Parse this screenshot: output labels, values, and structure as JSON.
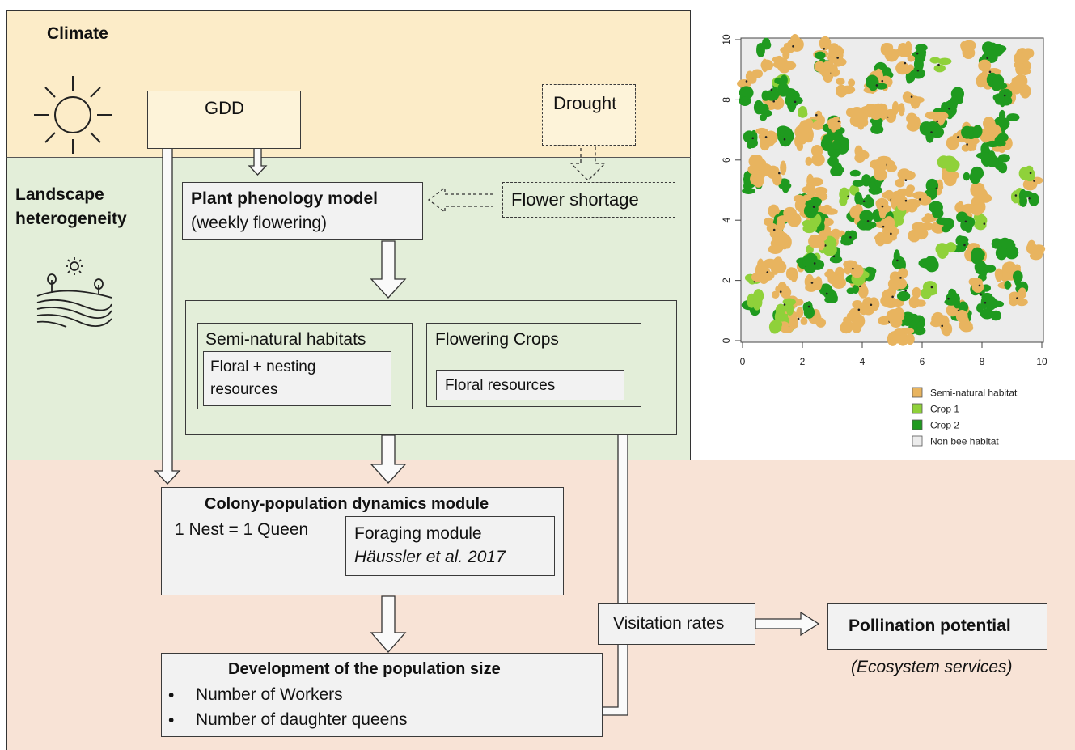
{
  "zones": {
    "climate": "Climate",
    "landscape_line1": "Landscape",
    "landscape_line2": "heterogeneity"
  },
  "nodes": {
    "gdd": "GDD",
    "drought": "Drought",
    "flower_shortage": "Flower shortage",
    "phenology_title": "Plant phenology model",
    "phenology_sub": "(weekly flowering)",
    "seminatural_title": "Semi-natural habitats",
    "seminatural_res_line1": "Floral + nesting",
    "seminatural_res_line2": "resources",
    "crops_title": "Flowering Crops",
    "crops_res": "Floral resources",
    "colony_title": "Colony-population dynamics module",
    "colony_nest": "1 Nest = 1 Queen",
    "foraging_title": "Foraging module",
    "foraging_ref": "Häussler et al. 2017",
    "population_title": "Development of the population size",
    "population_item1": "Number of Workers",
    "population_item2": "Number of daughter queens",
    "visitation": "Visitation rates",
    "pollination": "Pollination potential",
    "ecosystem": "(Ecosystem services)"
  },
  "map": {
    "x_ticks": [
      "0",
      "2",
      "4",
      "6",
      "8",
      "10"
    ],
    "y_ticks": [
      "0",
      "2",
      "4",
      "6",
      "8",
      "10"
    ],
    "legend": [
      {
        "label": "Semi-natural habitat",
        "color": "#e8b45f"
      },
      {
        "label": "Crop 1",
        "color": "#8fd13a"
      },
      {
        "label": "Crop 2",
        "color": "#1f9a1f"
      },
      {
        "label": "Non bee habitat",
        "color": "#ececec"
      }
    ]
  },
  "colors": {
    "climate_bg": "#fcecc8",
    "landscape_bg": "#e3eed9",
    "population_bg": "#f8e3d6",
    "box_fill": "#f2f2f2",
    "seminatural": "#e8b45f",
    "crop1": "#8fd13a",
    "crop2": "#1f9a1f",
    "nonbee": "#ececec"
  }
}
